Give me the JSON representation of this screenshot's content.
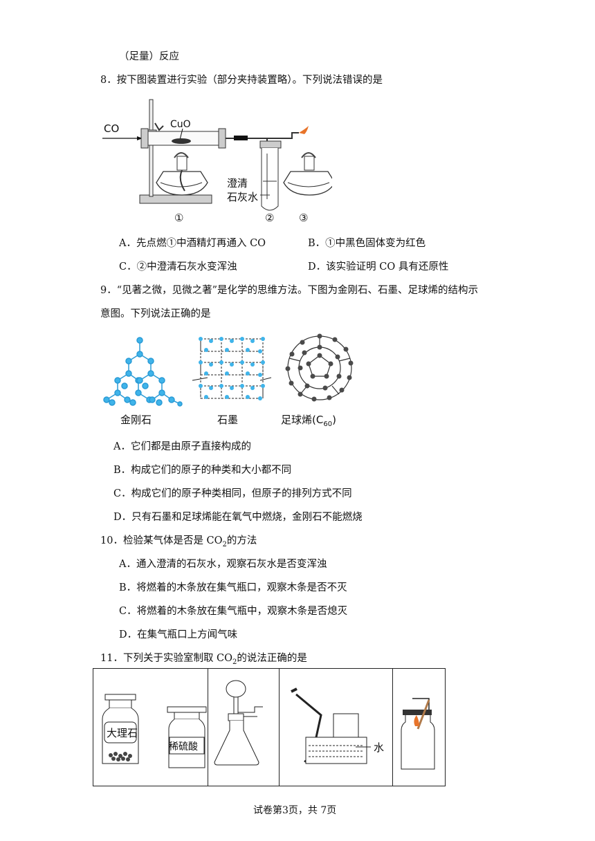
{
  "prev_tail": "（足量）反应",
  "q8": {
    "stem": "8．按下图装置进行实验（部分夹持装置略）。下列说法错误的是",
    "figure": {
      "co": "CO",
      "cuo": "CuO",
      "lime1": "澄清",
      "lime2": "石灰水",
      "n1": "①",
      "n2": "②",
      "n3": "③"
    },
    "options": {
      "A": "A．先点燃①中酒精灯再通入 CO",
      "B": "B．①中黑色固体变为红色",
      "C": "C．②中澄清石灰水变浑浊",
      "D": "D．该实验证明 CO 具有还原性"
    }
  },
  "q9": {
    "stem1": "9．“见著之微，见微之著”是化学的思维方法。下图为金刚石、石墨、足球烯的结构示",
    "stem2": "意图。下列说法正确的是",
    "figure": {
      "diamond": "金刚石",
      "graphite": "石墨",
      "c60_prefix": "足球烯(C",
      "c60_sub": "60",
      "c60_suffix": ")"
    },
    "options": {
      "A": "A．它们都是由原子直接构成的",
      "B": "B．构成它们的原子的种类和大小都不同",
      "C": "C．构成它们的原子种类相同，但原子的排列方式不同",
      "D": "D．只有石墨和足球烯能在氧气中燃烧，金刚石不能燃烧"
    }
  },
  "q10": {
    "stem_prefix": "10．检验某气体是否是 CO",
    "stem_sub": "2",
    "stem_suffix": "的方法",
    "options": {
      "A": "A．通入澄清的石灰水，观察石灰水是否变浑浊",
      "B": "B．将燃着的木条放在集气瓶口，观察木条是否不灭",
      "C": "C．将燃着的木条放在集气瓶中，观察木条是否熄灭",
      "D": "D．在集气瓶口上方闻气味"
    }
  },
  "q11": {
    "stem_prefix": "11．下列关于实验室制取 CO",
    "stem_sub": "2",
    "stem_suffix": "的说法正确的是",
    "figure": {
      "marble": "大理石",
      "acid": "稀硫酸",
      "water": "水"
    }
  },
  "footer": "试卷第3页，共 7页"
}
